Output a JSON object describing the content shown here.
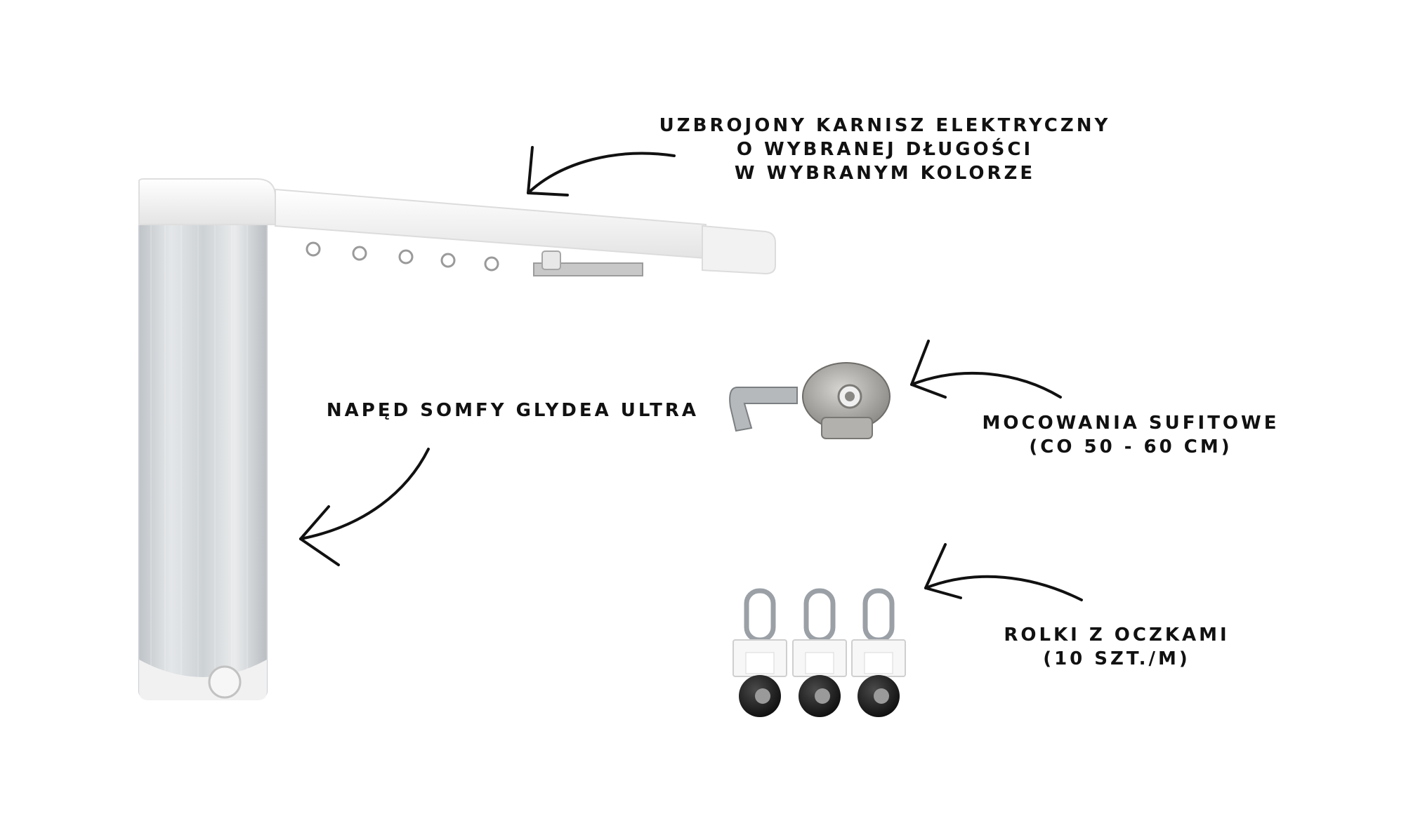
{
  "labels": {
    "rail": {
      "line1": "UZBROJONY KARNISZ ELEKTRYCZNY",
      "line2": "O WYBRANEJ DŁUGOŚCI",
      "line3": "W WYBRANYM KOLORZE"
    },
    "motor": {
      "line1": "NAPĘD SOMFY GLYDEA ULTRA"
    },
    "mount": {
      "line1": "MOCOWANIA SUFITOWE",
      "line2": "(CO 50 - 60 CM)"
    },
    "rollers": {
      "line1": "ROLKI Z OCZKAMI",
      "line2": "(10 SZT./M)"
    }
  },
  "colors": {
    "text": "#111111",
    "arrow": "#111111",
    "rail_white": "#f4f4f4",
    "motor_silver": "#d6dadd",
    "roller_black": "#1a1a1a"
  },
  "icons": [
    "rail-product",
    "motor-product",
    "ceiling-bracket-product",
    "roller-hook-product",
    "arrow-icon"
  ]
}
